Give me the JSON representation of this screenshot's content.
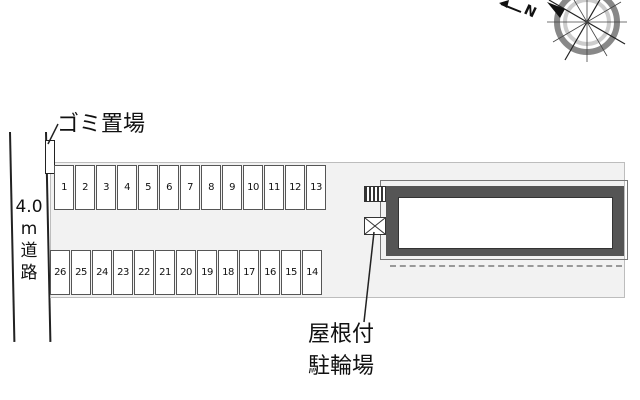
{
  "road": {
    "width_text": "4.0",
    "unit": "m",
    "name_char1": "道",
    "name_char2": "路"
  },
  "labels": {
    "garbage": "ゴミ置場",
    "bike_line1": "屋根付",
    "bike_line2": "駐輪場",
    "compass_n": "N"
  },
  "parking": {
    "top_row": [
      "1",
      "2",
      "3",
      "4",
      "5",
      "6",
      "7",
      "8",
      "9",
      "10",
      "11",
      "12",
      "13"
    ],
    "bottom_row": [
      "26",
      "25",
      "24",
      "23",
      "22",
      "21",
      "20",
      "19",
      "18",
      "17",
      "16",
      "15",
      "14"
    ]
  }
}
